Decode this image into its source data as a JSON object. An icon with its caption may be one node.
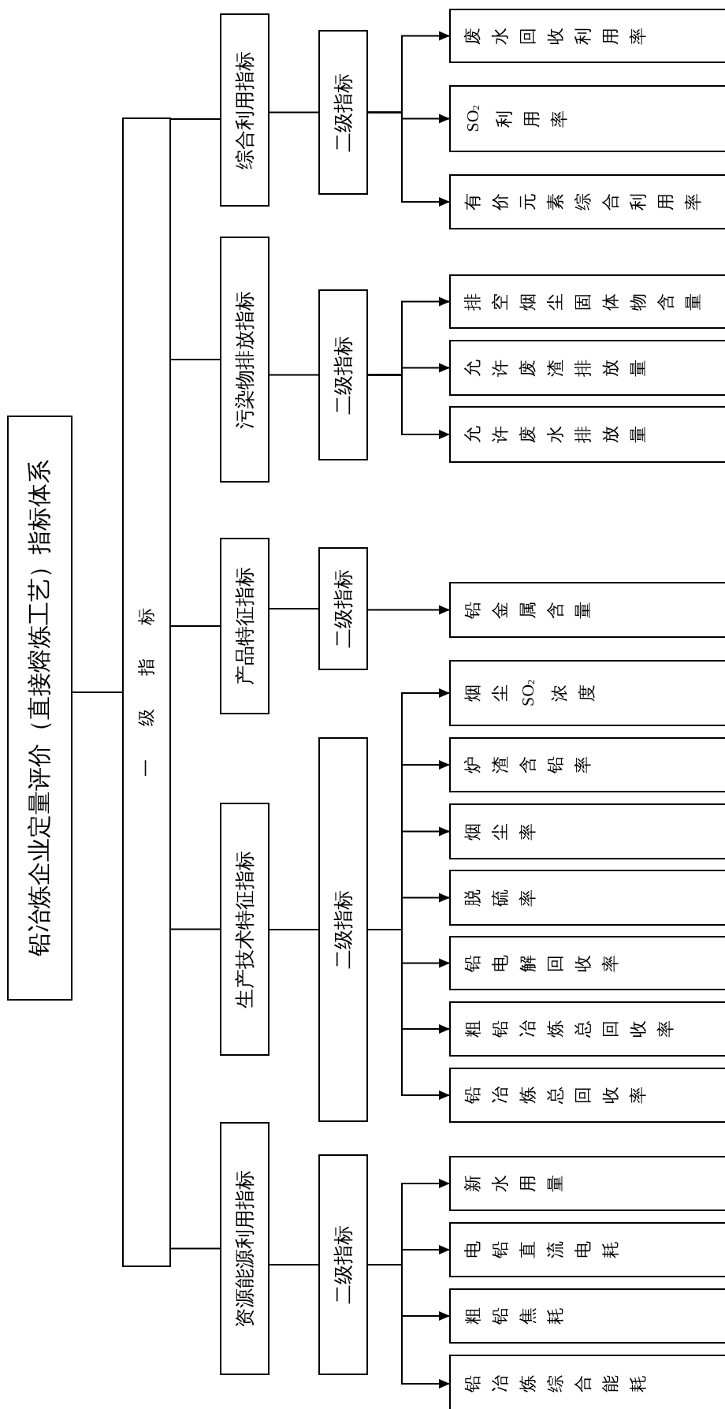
{
  "diagram": {
    "nodes": [
      {
        "text": [
          "铅冶炼企业定量评价（直接熔炼工艺）指标体系"
        ]
      },
      {
        "text": [
          "一级指标"
        ]
      },
      {
        "text": [
          "资源能源利用指标"
        ]
      },
      {
        "text": [
          "生产技术特征指标"
        ]
      },
      {
        "text": [
          "产品特征指标"
        ]
      },
      {
        "text": [
          "污染物排放指标"
        ]
      },
      {
        "text": [
          "综合利用指标"
        ]
      },
      {
        "text": [
          "二级指标"
        ]
      },
      {
        "text": [
          "二级指标"
        ]
      },
      {
        "text": [
          "二级指标"
        ]
      },
      {
        "text": [
          "二级指标"
        ]
      },
      {
        "text": [
          "二级指标"
        ]
      },
      {
        "text": [
          "铅冶炼综合能耗"
        ]
      },
      {
        "text": [
          "粗铅焦耗"
        ]
      },
      {
        "text": [
          "电铅直流电耗"
        ]
      },
      {
        "text": [
          "新水用量"
        ]
      },
      {
        "text": [
          "铅冶炼总回收率"
        ]
      },
      {
        "text": [
          "粗铅冶炼总回收率"
        ]
      },
      {
        "text": [
          "铅电解回收率"
        ]
      },
      {
        "text": [
          "脱硫率"
        ]
      },
      {
        "text": [
          "烟尘率"
        ]
      },
      {
        "text": [
          "炉渣含铅率"
        ]
      },
      {
        "text": [
          "烟尘SO$_{2}$浓度"
        ]
      },
      {
        "text": [
          "铅金属含量"
        ]
      },
      {
        "text": [
          "允许废水排放量"
        ]
      },
      {
        "text": [
          "允许废渣排放量"
        ]
      },
      {
        "text": [
          "排空烟尘固体物含量"
        ]
      },
      {
        "text": [
          "有价元素综合利用率"
        ]
      },
      {
        "text": [
          "SO$_{2}$利用率"
        ]
      },
      {
        "text": [
          "废水回收利用率"
        ]
      }
    ],
    "edges": [
      {
        "from": 0,
        "to": 1,
        "arrow": "none"
      },
      {
        "from": 1,
        "to": 2,
        "arrow": "none"
      },
      {
        "from": 1,
        "to": 3,
        "arrow": "none"
      },
      {
        "from": 1,
        "to": 4,
        "arrow": "none"
      },
      {
        "from": 1,
        "to": 5,
        "arrow": "none"
      },
      {
        "from": 1,
        "to": 6,
        "arrow": "none"
      },
      {
        "from": 2,
        "to": 7,
        "arrow": "none"
      },
      {
        "from": 3,
        "to": 8,
        "arrow": "none"
      },
      {
        "from": 4,
        "to": 9,
        "arrow": "none"
      },
      {
        "from": 5,
        "to": 10,
        "arrow": "none"
      },
      {
        "from": 6,
        "to": 11,
        "arrow": "none"
      },
      {
        "from": 7,
        "to": 12,
        "arrow": "to"
      },
      {
        "from": 7,
        "to": 13,
        "arrow": "to"
      },
      {
        "from": 7,
        "to": 14,
        "arrow": "to"
      },
      {
        "from": 7,
        "to": 15,
        "arrow": "to"
      },
      {
        "from": 8,
        "to": 16,
        "arrow": "to"
      },
      {
        "from": 8,
        "to": 17,
        "arrow": "to"
      },
      {
        "from": 8,
        "to": 18,
        "arrow": "to"
      },
      {
        "from": 8,
        "to": 19,
        "arrow": "to"
      },
      {
        "from": 8,
        "to": 20,
        "arrow": "to"
      },
      {
        "from": 8,
        "to": 21,
        "arrow": "to"
      },
      {
        "from": 8,
        "to": 22,
        "arrow": "to"
      },
      {
        "from": 9,
        "to": 23,
        "arrow": "to"
      },
      {
        "from": 10,
        "to": 24,
        "arrow": "to"
      },
      {
        "from": 10,
        "to": 25,
        "arrow": "to"
      },
      {
        "from": 10,
        "to": 26,
        "arrow": "to"
      },
      {
        "from": 11,
        "to": 27,
        "arrow": "to"
      },
      {
        "from": 11,
        "to": 28,
        "arrow": "to"
      },
      {
        "from": 11,
        "to": 29,
        "arrow": "to"
      }
    ]
  }
}
